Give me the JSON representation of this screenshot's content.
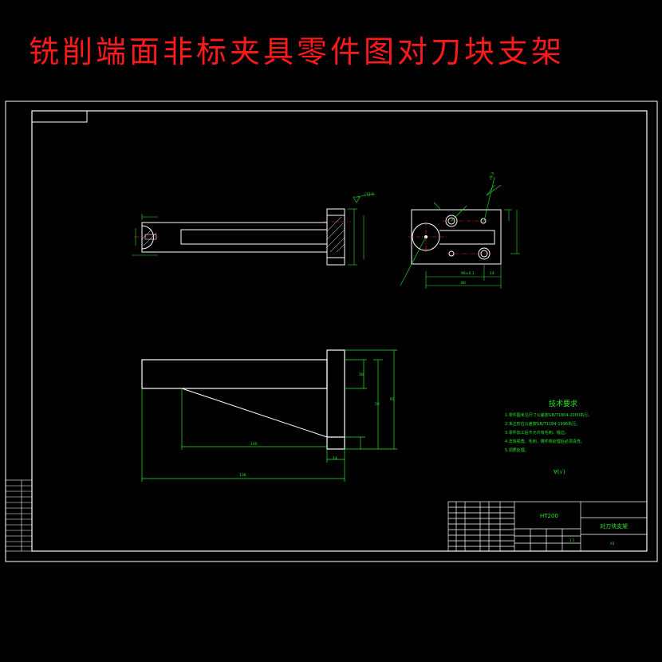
{
  "title": "铣削端面非标夹具零件图对刀块支架",
  "colors": {
    "title": "#ff1a1a",
    "geometry": "#ffffff",
    "dimension": "#27e827",
    "centerline": "#ff2a2a",
    "background": "#000000"
  },
  "drawing": {
    "tech_requirements": {
      "heading": "技术要求",
      "items": [
        "1.零件图未注尺寸公差按GB/T1804-2000执行。",
        "2.未注形位公差按GB/T1184-1996执行。",
        "3.零件加工后不允许有毛刺、锐边。",
        "4.去除锐角、毛刺，铸件热处理后必须清洗。",
        "5.调质处理。"
      ]
    },
    "roughness_symbol": "∀(√)",
    "dimensions": {
      "top_right_a": "√12.5",
      "top_right_b": "√6.3",
      "v2_center": "96±0.1",
      "v2_right": "14",
      "v2_bottom": "80",
      "v3_bottom": "136",
      "v3_mid": "100",
      "v3_right_small": "14",
      "v3_right_a": "30",
      "v3_right_b": "50",
      "v3_right_c": "65"
    },
    "title_block": {
      "material": "HT200",
      "part_name": "对刀块支架",
      "scale": "1:1",
      "sheet": "A3"
    }
  }
}
